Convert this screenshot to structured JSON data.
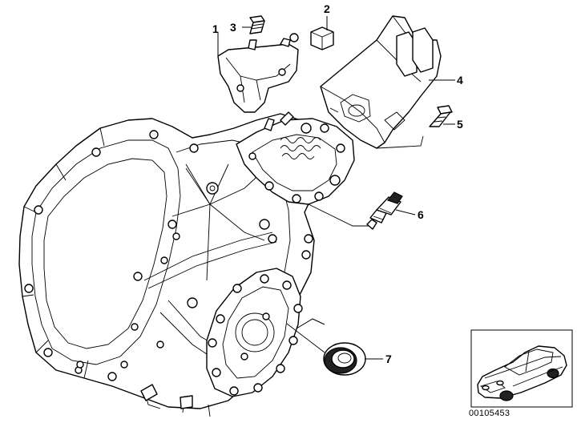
{
  "callouts": [
    {
      "id": "1",
      "text": "1"
    },
    {
      "id": "2",
      "text": "2"
    },
    {
      "id": "3",
      "text": "3"
    },
    {
      "id": "4",
      "text": "4"
    },
    {
      "id": "5",
      "text": "5"
    },
    {
      "id": "6",
      "text": "6"
    },
    {
      "id": "7",
      "text": "7"
    }
  ],
  "reference_number": "00105453"
}
